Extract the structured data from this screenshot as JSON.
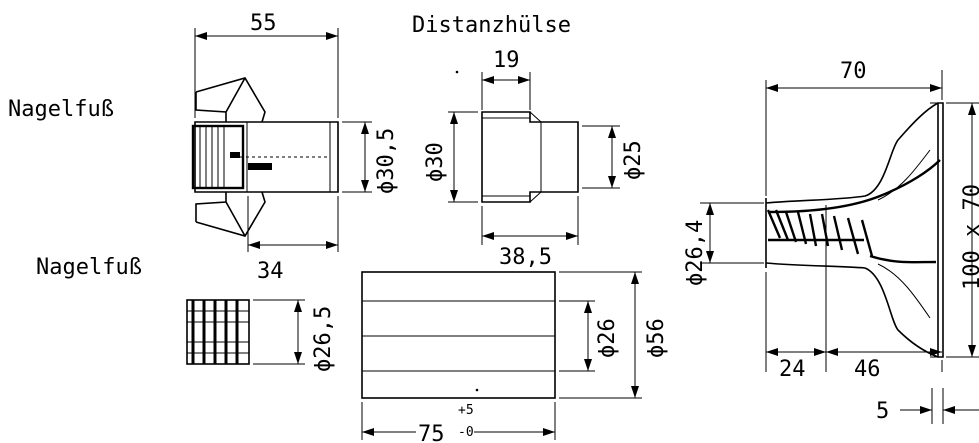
{
  "labels": {
    "distanzhuelse": "Distanzhülse",
    "nagelfuss_top": "Nagelfuß",
    "nagelfuss_bottom": "Nagelfuß"
  },
  "dimensions": {
    "nf_length": "55",
    "nf_shaft": "34",
    "nf_diameter": "ϕ30,5",
    "dh_length": "19",
    "dh_outer_diameter": "ϕ30",
    "dh_inner_diameter": "ϕ25",
    "dh_total": "38,5",
    "nf2_diameter": "ϕ26,5",
    "tube_length": "75",
    "tube_tol_upper": "+5",
    "tube_tol_lower": "-0",
    "tube_inner": "ϕ26",
    "tube_outer": "ϕ56",
    "foot_length": "70",
    "foot_diameter": "ϕ26,4",
    "foot_left": "24",
    "foot_right": "46",
    "foot_plate": "100 x 70",
    "foot_thickness": "5"
  }
}
